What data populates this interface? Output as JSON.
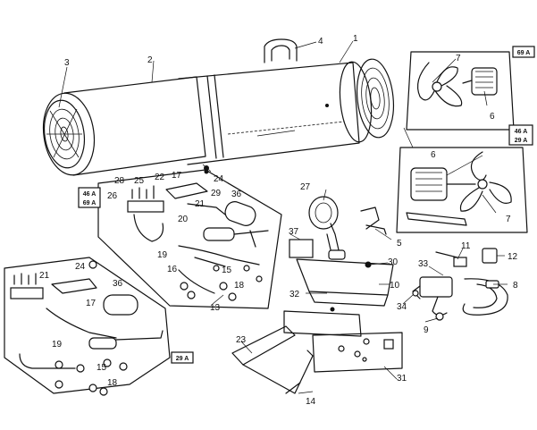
{
  "callouts": {
    "c1": "1",
    "c2": "2",
    "c3": "3",
    "c4": "4",
    "c5": "5",
    "c6a": "6",
    "c6b": "6",
    "c7a": "7",
    "c7b": "7",
    "c8": "8",
    "c9": "9",
    "c10": "10",
    "c11": "11",
    "c12": "12",
    "c13": "13",
    "c14": "14",
    "c15a": "15",
    "c15b": "15",
    "c16": "16",
    "c17a": "17",
    "c17b": "17",
    "c18a": "18",
    "c18b": "18",
    "c19a": "19",
    "c19b": "19",
    "c20": "20",
    "c21a": "21",
    "c21b": "21",
    "c22": "22",
    "c23": "23",
    "c24a": "24",
    "c24b": "24",
    "c25": "25",
    "c26": "26",
    "c27": "27",
    "c28": "28",
    "c29": "29",
    "c30": "30",
    "c31": "31",
    "c32": "32",
    "c33": "33",
    "c34": "34",
    "c36a": "36",
    "c36b": "36",
    "c37": "37"
  },
  "model_refs": {
    "fan_69a": "69 A",
    "fan_46a": "46 A",
    "fan_29a": "29 A",
    "burner_46a": "46 A",
    "burner_69a": "69 A",
    "burner_29a": "29 A"
  }
}
